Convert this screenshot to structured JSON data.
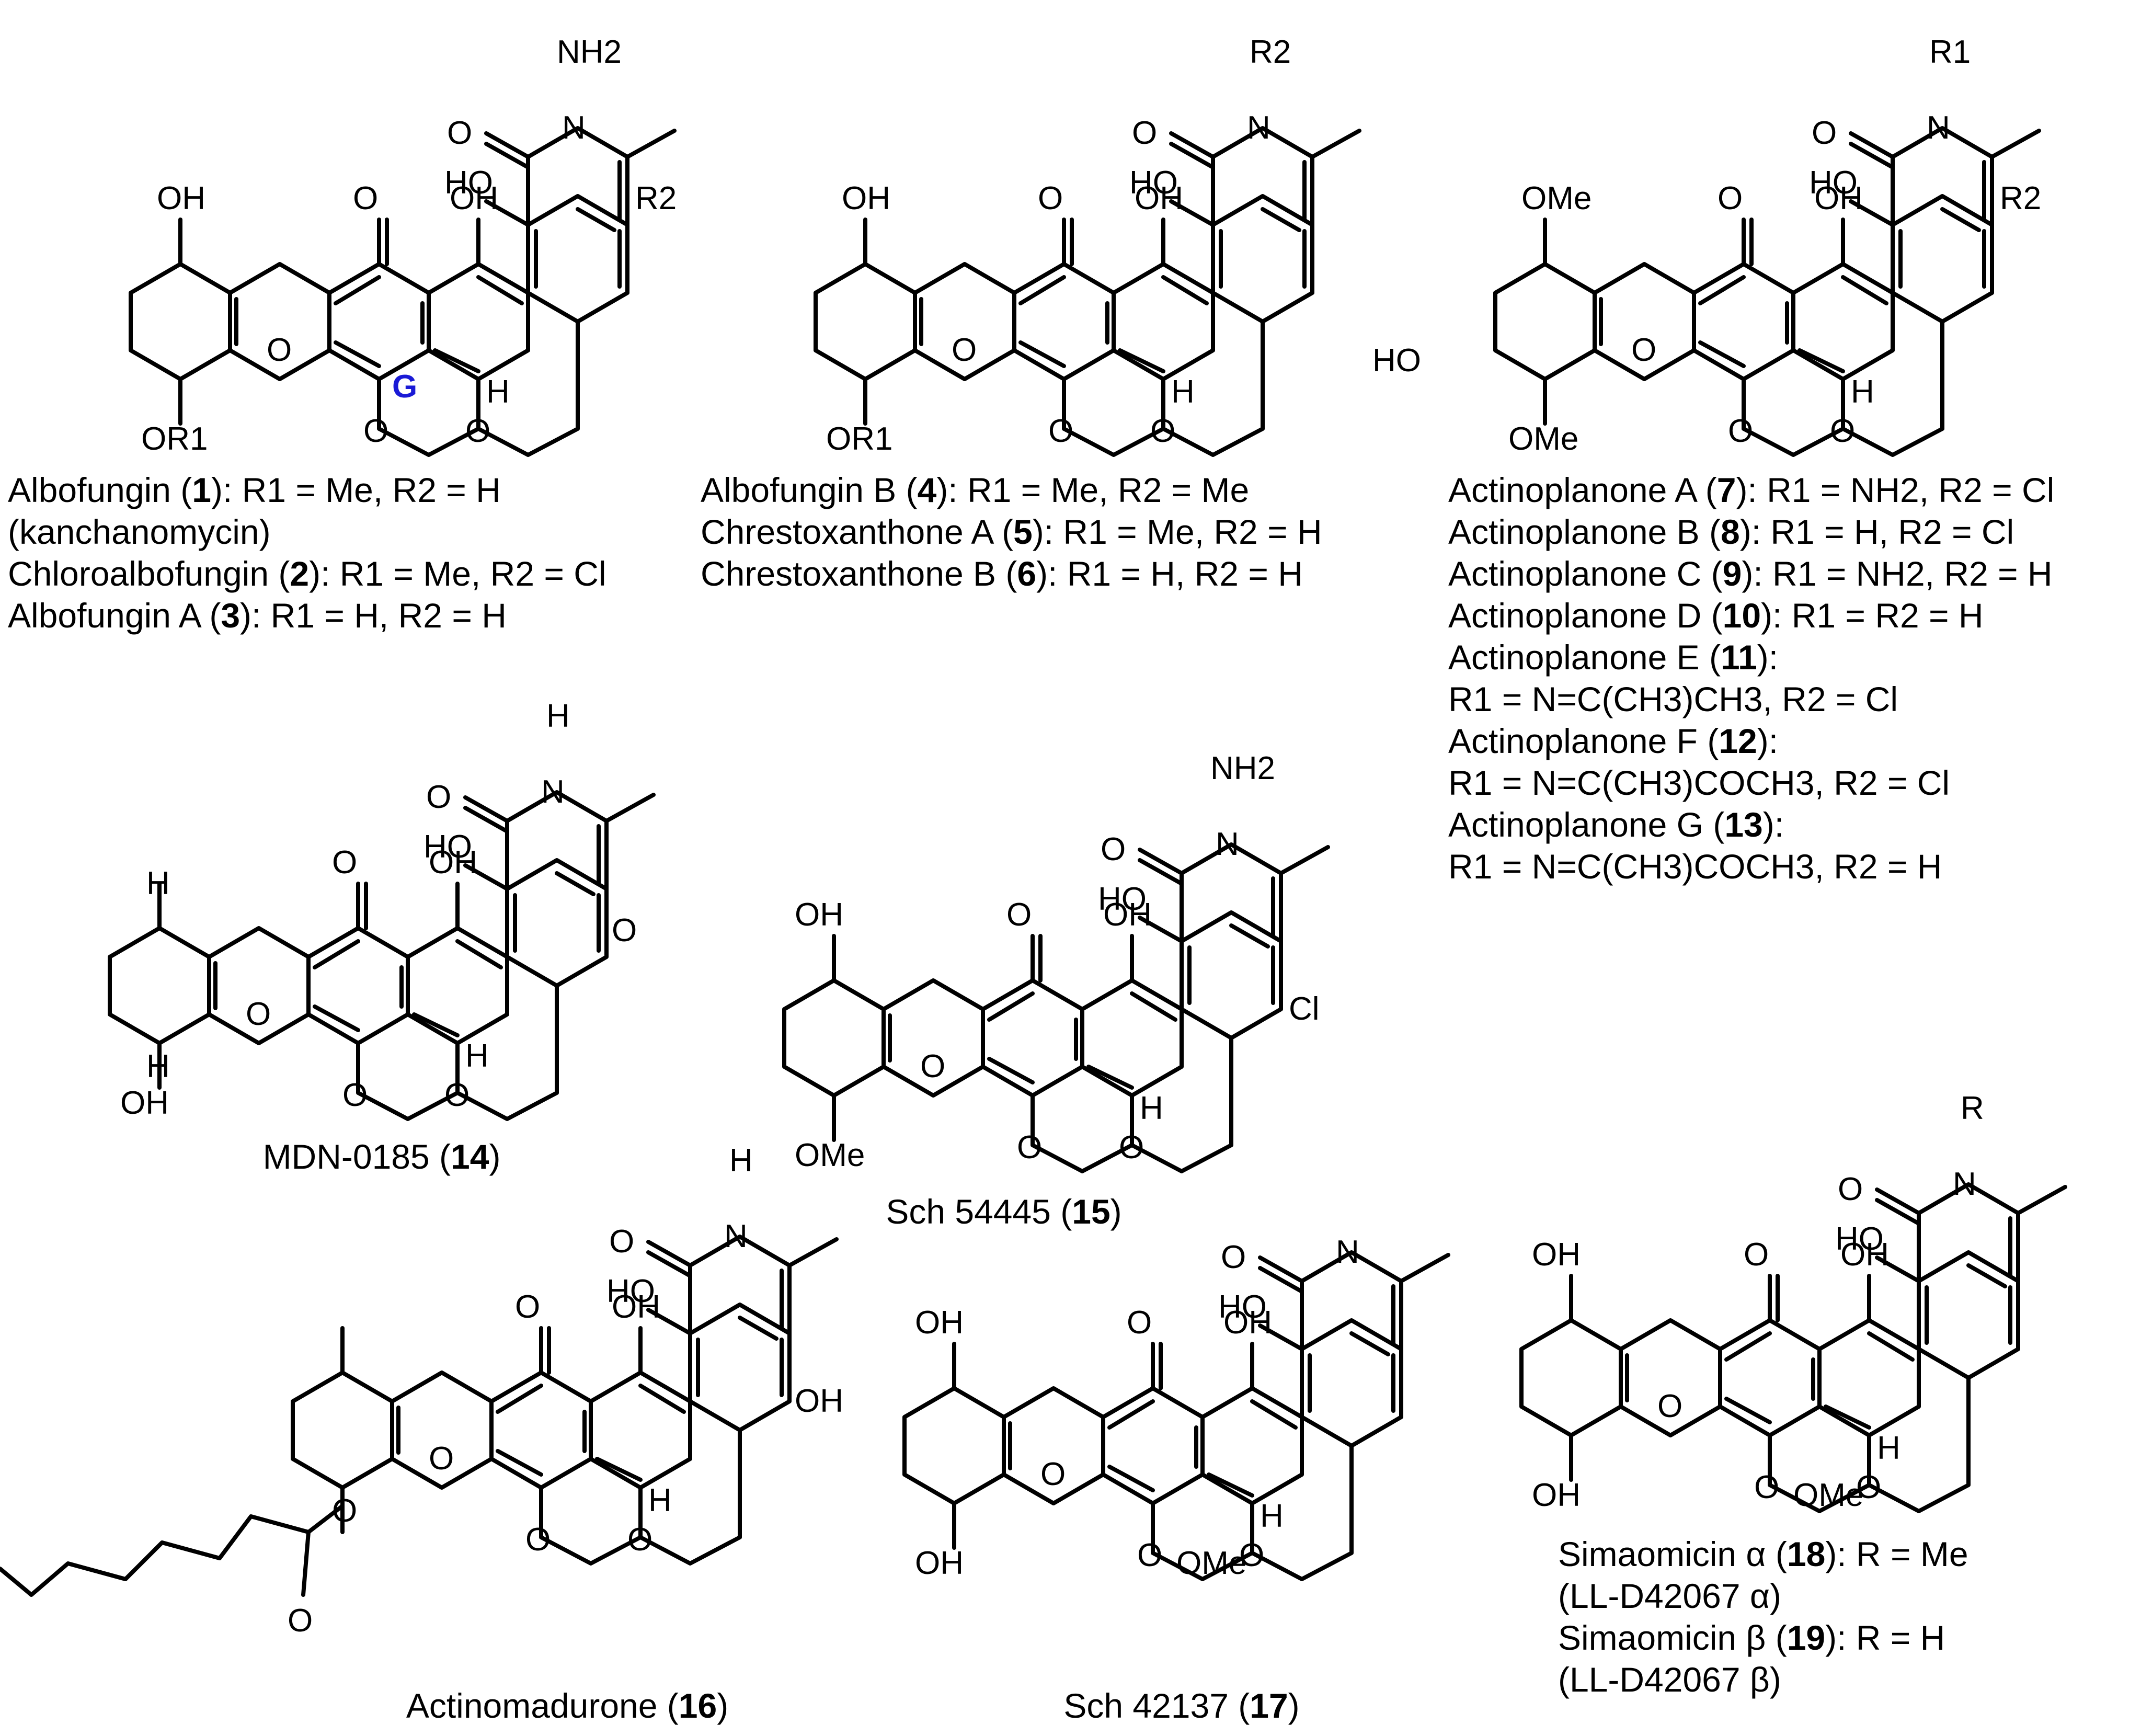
{
  "ring_label": {
    "text": "G",
    "color": "#1a1ad6"
  },
  "atoms": {
    "oh": "OH",
    "ho": "HO",
    "o": "O",
    "n": "N",
    "h": "H",
    "nh2": "NH2",
    "ome": "OMe",
    "or1": "OR1",
    "r1": "R1",
    "r2": "R2",
    "r": "R",
    "cl": "Cl"
  },
  "panels": [
    {
      "id": "panel-1",
      "captions": [
        {
          "name": "Albofungin",
          "num": "1",
          "rest": ": R1 = Me, R2 = H"
        },
        {
          "name": "(kanchanomycin)",
          "num": "",
          "rest": ""
        },
        {
          "name": "Chloroalbofungin",
          "num": "2",
          "rest": ": R1 = Me, R2 = Cl"
        },
        {
          "name": "Albofungin A",
          "num": "3",
          "rest": ": R1 = H, R2 = H"
        }
      ]
    },
    {
      "id": "panel-2",
      "captions": [
        {
          "name": "Albofungin B",
          "num": "4",
          "rest": ": R1 = Me, R2 = Me"
        },
        {
          "name": "Chrestoxanthone A",
          "num": "5",
          "rest": ":  R1 = Me, R2 = H"
        },
        {
          "name": "Chrestoxanthone B",
          "num": "6",
          "rest": ":  R1 = H, R2 = H"
        }
      ]
    },
    {
      "id": "panel-3",
      "captions": [
        {
          "name": "Actinoplanone A",
          "num": "7",
          "rest": ": R1 = NH2, R2 = Cl"
        },
        {
          "name": "Actinoplanone B",
          "num": "8",
          "rest": ": R1 = H, R2 = Cl"
        },
        {
          "name": "Actinoplanone C",
          "num": "9",
          "rest": ": R1 = NH2, R2 = H"
        },
        {
          "name": "Actinoplanone D",
          "num": "10",
          "rest": ": R1 = R2 = H"
        },
        {
          "name": "Actinoplanone E",
          "num": "11",
          "rest": "):"
        },
        {
          "name": "R1 = N=C(CH3)CH3, R2 = Cl",
          "num": "",
          "rest": ""
        },
        {
          "name": "Actinoplanone F",
          "num": "12",
          "rest": "):"
        },
        {
          "name": "R1 = N=C(CH3)COCH3, R2 = Cl",
          "num": "",
          "rest": ""
        },
        {
          "name": "Actinoplanone G",
          "num": "13",
          "rest": "):"
        },
        {
          "name": "R1 = N=C(CH3)COCH3, R2 = H",
          "num": "",
          "rest": ""
        }
      ]
    },
    {
      "id": "panel-4",
      "captions": [
        {
          "name": "MDN-0185",
          "num": "14",
          "rest": ""
        }
      ]
    },
    {
      "id": "panel-5",
      "captions": [
        {
          "name": "Sch 54445",
          "num": "15",
          "rest": ""
        }
      ]
    },
    {
      "id": "panel-6",
      "captions": [
        {
          "name": "Simaomicin α",
          "num": "18",
          "rest": ": R = Me"
        },
        {
          "name": "(LL-D42067 α)",
          "num": "",
          "rest": ""
        },
        {
          "name": "Simaomicin β",
          "num": "19",
          "rest": ": R = H"
        },
        {
          "name": "(LL-D42067 β)",
          "num": "",
          "rest": ""
        }
      ]
    },
    {
      "id": "panel-7",
      "captions": [
        {
          "name": "Actinomadurone",
          "num": "16",
          "rest": ""
        }
      ]
    },
    {
      "id": "panel-8",
      "captions": [
        {
          "name": "Sch 42137",
          "num": "17",
          "rest": ""
        }
      ]
    }
  ]
}
